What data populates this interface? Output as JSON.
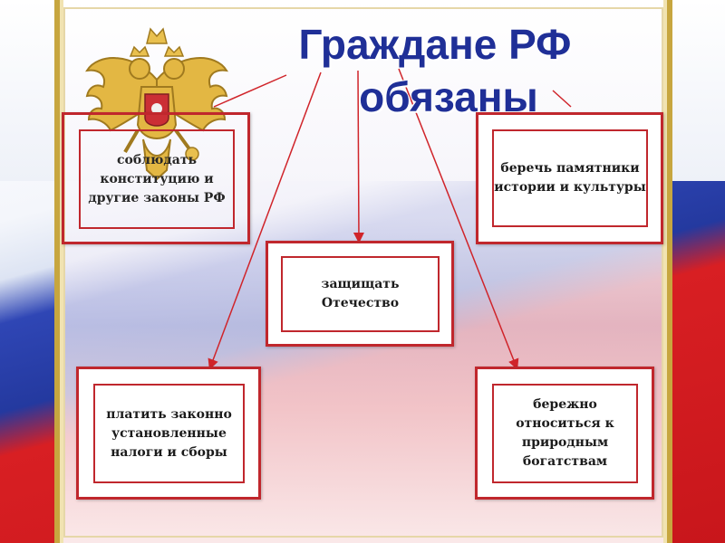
{
  "title": {
    "line1": "Граждане РФ",
    "line2": "обязаны"
  },
  "duties": [
    {
      "text": "соблюдать конституцию и другие законы РФ"
    },
    {
      "text": "беречь памятники истории и культуры"
    },
    {
      "text": "защищать Отечество"
    },
    {
      "text": "платить законно установленные налоги  и сборы"
    },
    {
      "text": "бережно относиться к природным богатствам"
    }
  ],
  "colors": {
    "title": "#1f2f97",
    "box_border": "#c0272d",
    "arrow": "#d0242a",
    "frame_gold": "#c7a63f",
    "flag_white": "#ffffff",
    "flag_blue": "#24399f",
    "flag_red": "#c8161b"
  },
  "icons": {
    "emblem": "russian-coat-of-arms-icon"
  }
}
